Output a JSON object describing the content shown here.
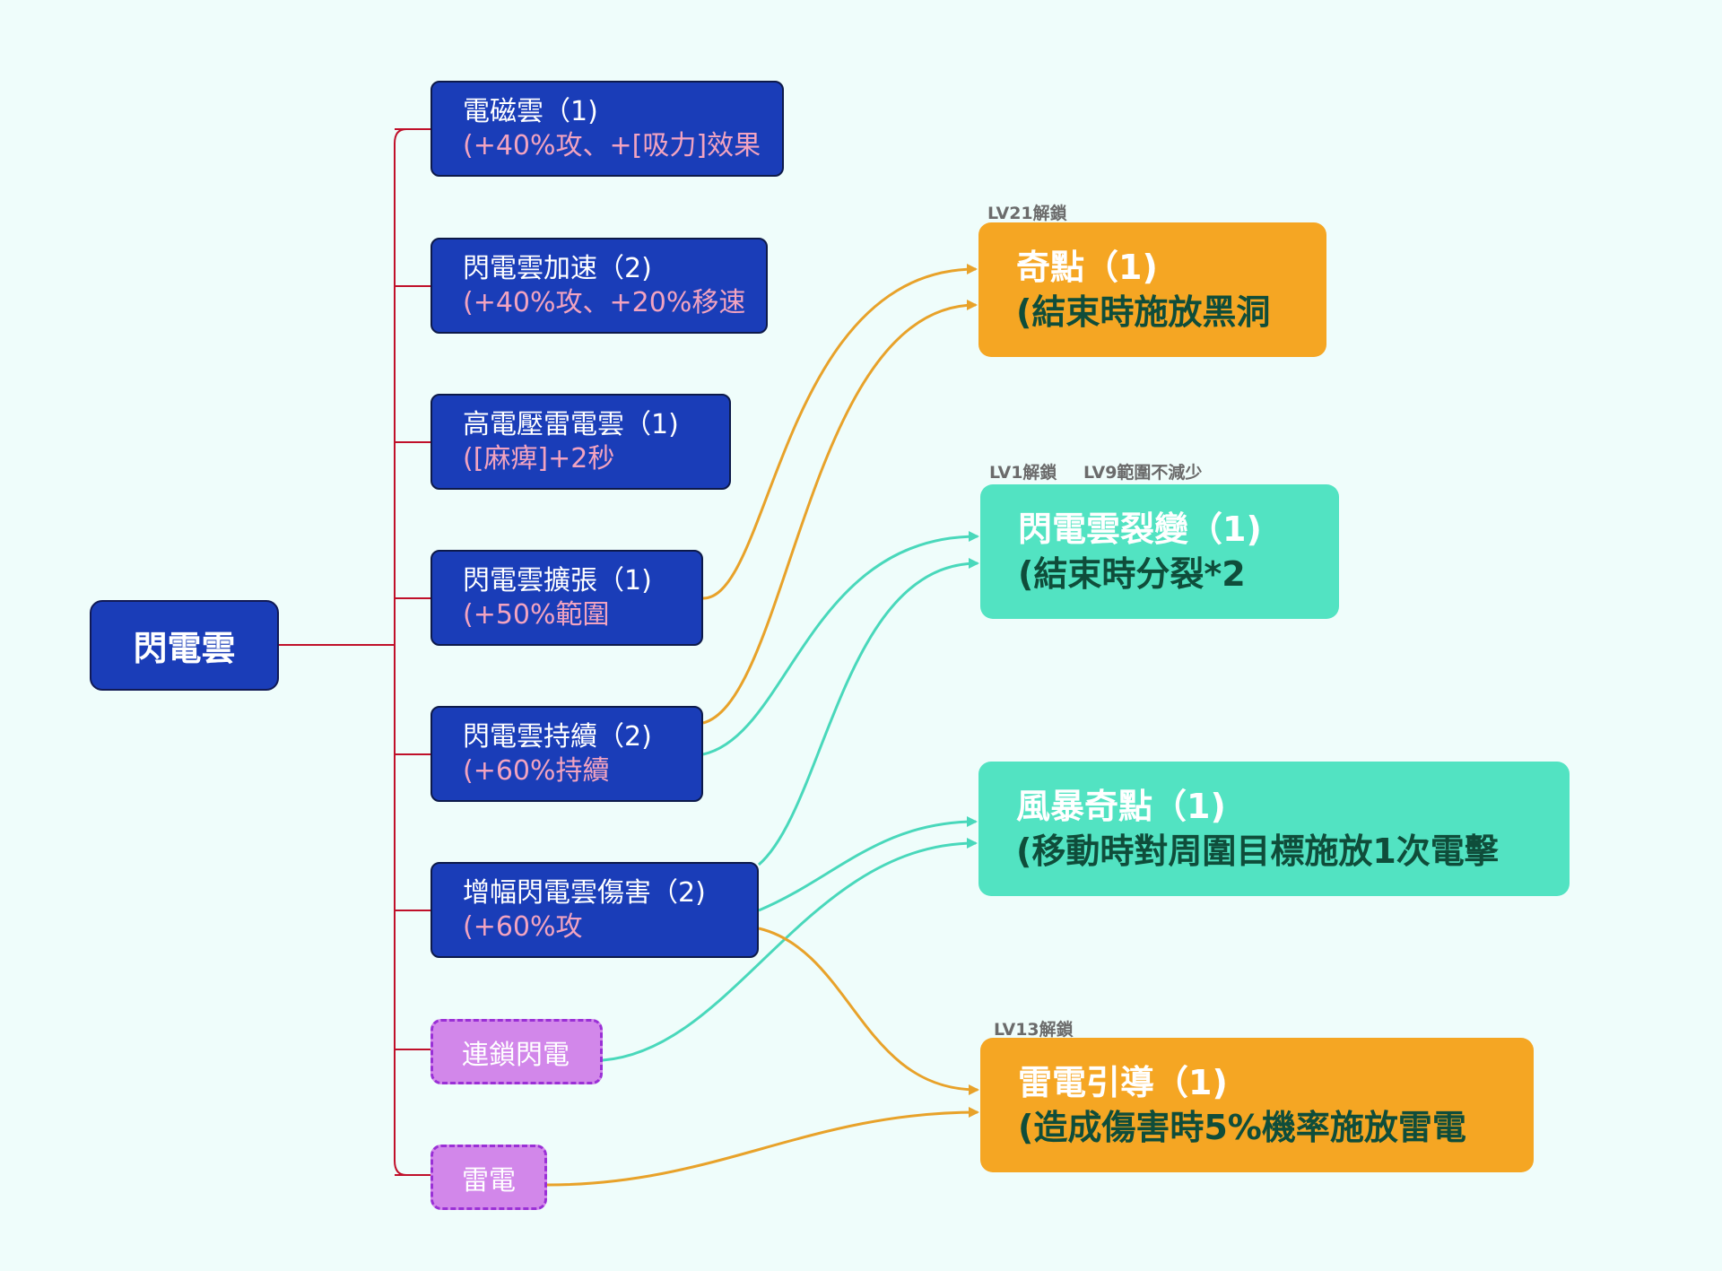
{
  "root": {
    "label": "閃電雲"
  },
  "branches": [
    {
      "title": "電磁雲（1)",
      "sub": "(+40%攻、+[吸力]效果"
    },
    {
      "title": "閃電雲加速（2)",
      "sub": "(+40%攻、+20%移速"
    },
    {
      "title": "高電壓雷電雲（1)",
      "sub": "([麻痺]+2秒"
    },
    {
      "title": "閃電雲擴張（1)",
      "sub": "(+50%範圍"
    },
    {
      "title": "閃電雲持續（2)",
      "sub": "(+60%持續"
    },
    {
      "title": "增幅閃電雲傷害（2)",
      "sub": "(+60%攻"
    }
  ],
  "candidates": [
    {
      "label": "連鎖閃電"
    },
    {
      "label": "雷電"
    }
  ],
  "results": [
    {
      "title": "奇點（1)",
      "sub": "(結束時施放黑洞",
      "color": "#f5a623"
    },
    {
      "title": "閃電雲裂變（1)",
      "sub": "(結束時分裂*2",
      "color": "#52e3c2"
    },
    {
      "title": "風暴奇點（1)",
      "sub": "(移動時對周圍目標施放1次電擊",
      "color": "#52e3c2"
    },
    {
      "title": "雷電引導（1)",
      "sub": "(造成傷害時5%機率施放雷電",
      "color": "#f5a623"
    }
  ],
  "notes": {
    "singularity": "LV21解鎖",
    "fission_unlock": "LV1解鎖",
    "fission_range": "LV9範圍不減少",
    "thunder_guide": "LV13解鎖"
  },
  "colors": {
    "tree_line": "#c0102a",
    "orange_link": "#e8a22a",
    "teal_link": "#49d8bb",
    "branch_fill": "#1a3db8",
    "candidate_fill": "#d287ea",
    "result_orange": "#f5a623",
    "result_teal": "#52e3c2"
  }
}
